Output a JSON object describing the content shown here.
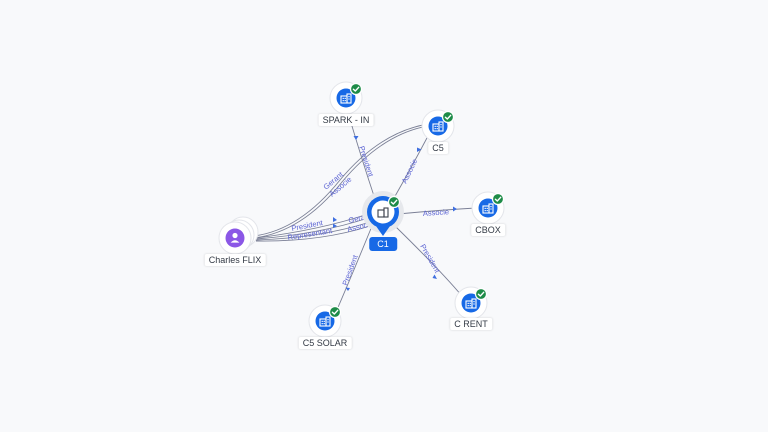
{
  "colors": {
    "company": "#1769e6",
    "person": "#8b57e6",
    "verified": "#1e8c48",
    "edge": "#7a7f95",
    "edge_label": "#5b63d3"
  },
  "nodes": {
    "c1": {
      "label": "C1",
      "icon": "building-icon"
    },
    "spark": {
      "label": "SPARK - IN",
      "icon": "building-icon"
    },
    "c5": {
      "label": "C5",
      "icon": "building-icon"
    },
    "cbox": {
      "label": "CBOX",
      "icon": "building-icon"
    },
    "crent": {
      "label": "C RENT",
      "icon": "building-icon"
    },
    "c5solar": {
      "label": "C5 SOLAR",
      "icon": "building-icon"
    },
    "charles": {
      "label": "Charles FLIX",
      "icon": "person-icon"
    }
  },
  "edges": {
    "spark_c1": {
      "label": "President"
    },
    "c5_c1": {
      "label": "Associe"
    },
    "c1_cbox": {
      "label": "Associe"
    },
    "c1_crent": {
      "label": "President"
    },
    "c1_c5solar": {
      "label": "President"
    },
    "charles_c5_gerant": {
      "label": "Gerant"
    },
    "charles_c5_associe": {
      "label": "Associe"
    },
    "charles_c1_president": {
      "label": "President"
    },
    "charles_c1_representant": {
      "label": "Representant"
    },
    "charles_c1_gerant": {
      "label": "Gerant"
    },
    "charles_c1_associe": {
      "label": "Associe"
    }
  }
}
